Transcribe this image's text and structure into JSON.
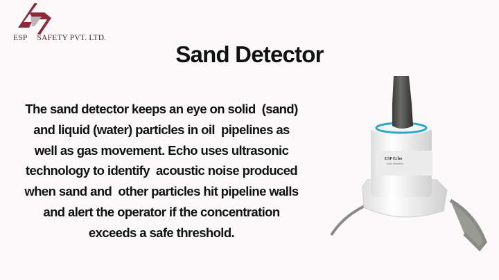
{
  "logo": {
    "company_left": "ESP",
    "company_right": "SAFETY PVT. LTD.",
    "colors": {
      "primary": "#8b2a3a",
      "secondary": "#9a9a9a"
    }
  },
  "slide": {
    "title": "Sand Detector",
    "body_lines": [
      "The sand detector keeps an eye on solid  (sand)",
      "and liquid (water) particles in oil  pipelines as",
      "well as gas movement. Echo uses ultrasonic",
      "technology to identify  acoustic noise produced",
      "when sand and  other particles hit pipeline walls",
      "and alert the operator if the concentration",
      "exceeds a safe threshold."
    ]
  },
  "product_image": {
    "label": "ESP Echo",
    "sublabel": "Sand Detection",
    "accent": "#2aa8c8"
  }
}
